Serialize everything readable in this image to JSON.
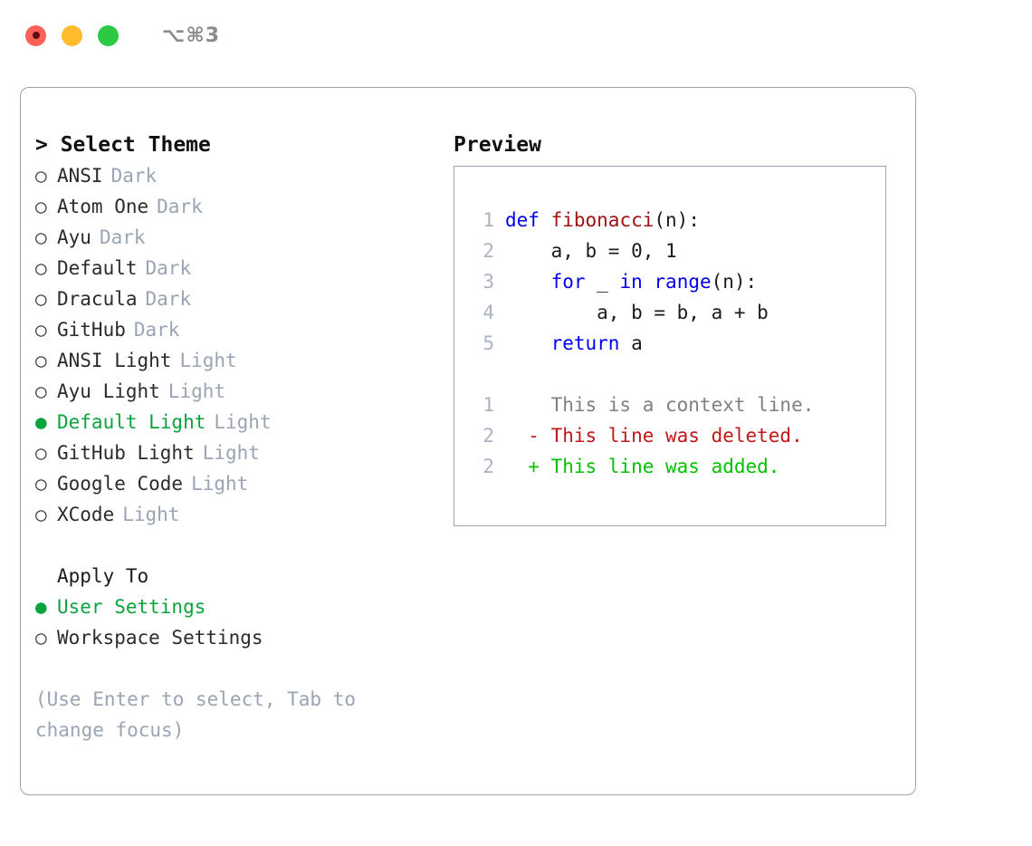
{
  "window": {
    "shortcut_label": "⌥⌘3",
    "traffic_lights": [
      {
        "name": "close",
        "color": "#ff6057"
      },
      {
        "name": "minimize",
        "color": "#ffbd2e"
      },
      {
        "name": "maximize",
        "color": "#2acb42"
      }
    ]
  },
  "theme_panel": {
    "heading": "> Select Theme",
    "selected_marker": "●",
    "unselected_marker": "○",
    "items": [
      {
        "marker": "○",
        "label": "ANSI",
        "badge": "Dark",
        "selected": false
      },
      {
        "marker": "○",
        "label": "Atom One",
        "badge": "Dark",
        "selected": false
      },
      {
        "marker": "○",
        "label": "Ayu",
        "badge": "Dark",
        "selected": false
      },
      {
        "marker": "○",
        "label": "Default",
        "badge": "Dark",
        "selected": false
      },
      {
        "marker": "○",
        "label": "Dracula",
        "badge": "Dark",
        "selected": false
      },
      {
        "marker": "○",
        "label": "GitHub",
        "badge": "Dark",
        "selected": false
      },
      {
        "marker": "○",
        "label": "ANSI Light",
        "badge": "Light",
        "selected": false
      },
      {
        "marker": "○",
        "label": "Ayu Light",
        "badge": "Light",
        "selected": false
      },
      {
        "marker": "●",
        "label": "Default Light",
        "badge": "Light",
        "selected": true
      },
      {
        "marker": "○",
        "label": "GitHub Light",
        "badge": "Light",
        "selected": false
      },
      {
        "marker": "○",
        "label": "Google Code",
        "badge": "Light",
        "selected": false
      },
      {
        "marker": "○",
        "label": "XCode",
        "badge": "Light",
        "selected": false
      }
    ]
  },
  "apply_to": {
    "heading": "Apply To",
    "items": [
      {
        "marker": "●",
        "label": "User Settings",
        "selected": true
      },
      {
        "marker": "○",
        "label": "Workspace Settings",
        "selected": false
      }
    ]
  },
  "hint": "(Use Enter to select, Tab to change focus)",
  "preview": {
    "heading": "Preview",
    "code_lines": [
      {
        "no": "1",
        "indent": "",
        "tokens": [
          {
            "t": "def",
            "c": "kw"
          },
          {
            "t": " ",
            "c": "plain"
          },
          {
            "t": "fibonacci",
            "c": "fn"
          },
          {
            "t": "(n):",
            "c": "plain"
          }
        ]
      },
      {
        "no": "2",
        "indent": "    ",
        "tokens": [
          {
            "t": "a, b = 0, 1",
            "c": "plain"
          }
        ]
      },
      {
        "no": "3",
        "indent": "    ",
        "tokens": [
          {
            "t": "for",
            "c": "kw"
          },
          {
            "t": " _ ",
            "c": "plain"
          },
          {
            "t": "in",
            "c": "kw"
          },
          {
            "t": " ",
            "c": "plain"
          },
          {
            "t": "range",
            "c": "kw"
          },
          {
            "t": "(n):",
            "c": "plain"
          }
        ]
      },
      {
        "no": "4",
        "indent": "        ",
        "tokens": [
          {
            "t": "a, b = b, a + b",
            "c": "plain"
          }
        ]
      },
      {
        "no": "5",
        "indent": "    ",
        "tokens": [
          {
            "t": "return",
            "c": "kw"
          },
          {
            "t": " a",
            "c": "plain"
          }
        ]
      }
    ],
    "diff_lines": [
      {
        "no": "1",
        "sign": "  ",
        "text": "This is a context line.",
        "kind": "ctx"
      },
      {
        "no": "2",
        "sign": "- ",
        "text": "This line was deleted.",
        "kind": "del"
      },
      {
        "no": "2",
        "sign": "+ ",
        "text": "This line was added.",
        "kind": "add"
      }
    ]
  },
  "colors": {
    "accent_green": "#0ca33f",
    "badge_gray": "#9aa4b4",
    "border": "#9aa5b4",
    "keyword_blue": "#0000ee",
    "function_red": "#a01010",
    "diff_delete": "#c01818",
    "diff_add": "#00c000",
    "line_number": "#a9b3c2"
  }
}
